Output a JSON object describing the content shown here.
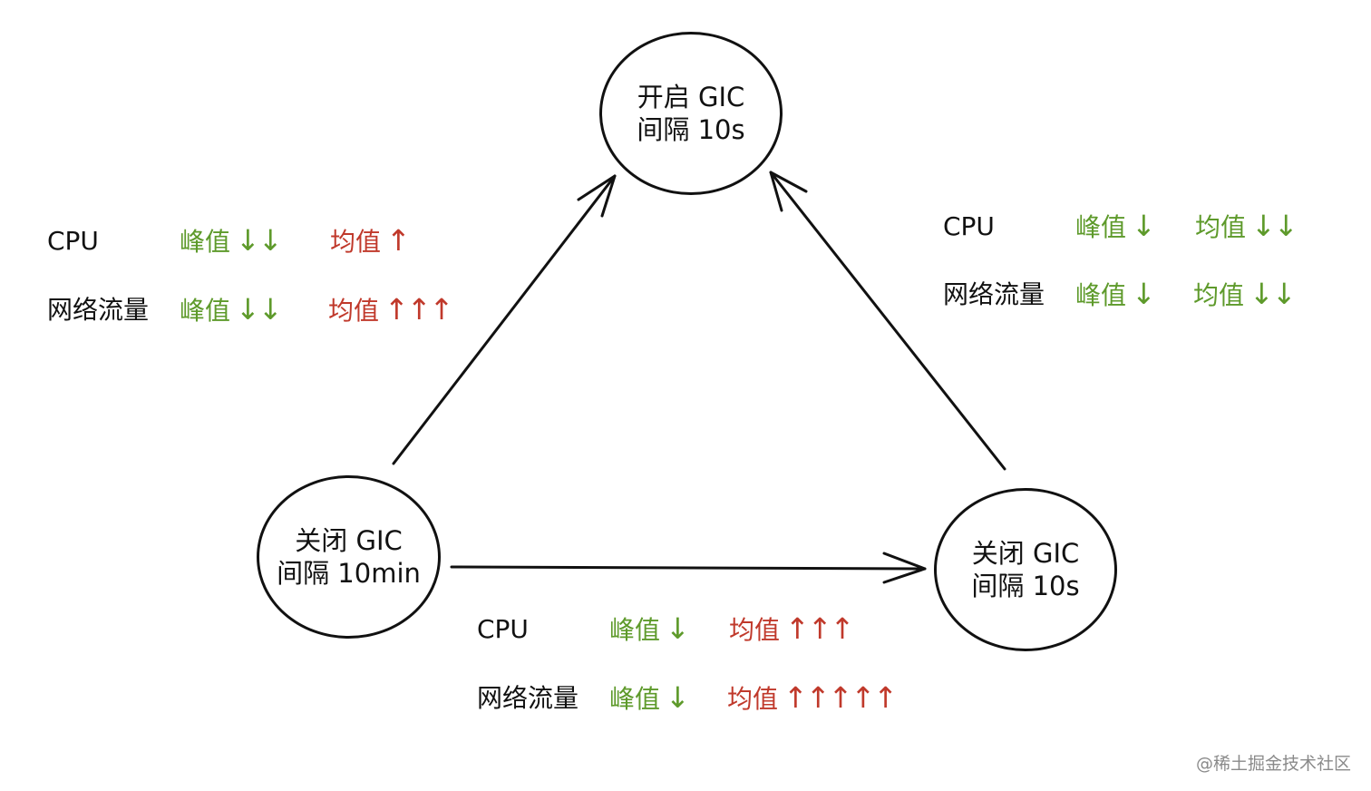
{
  "nodes": {
    "top": {
      "line1": "开启 GIC",
      "line2": "间隔 10s"
    },
    "left": {
      "line1": "关闭 GIC",
      "line2": "间隔 10min"
    },
    "right": {
      "line1": "关闭 GIC",
      "line2": "间隔 10s"
    }
  },
  "annotations": {
    "left_to_top": {
      "cpu": {
        "name": "CPU",
        "peak_label": "峰值",
        "peak_arrows": "↓↓",
        "avg_label": "均值",
        "avg_arrows": "↑"
      },
      "network": {
        "name": "网络流量",
        "peak_label": "峰值",
        "peak_arrows": "↓↓",
        "avg_label": "均值",
        "avg_arrows": "↑↑↑"
      }
    },
    "right_to_top": {
      "cpu": {
        "name": "CPU",
        "peak_label": "峰值",
        "peak_arrows": "↓",
        "avg_label": "均值",
        "avg_arrows": "↓↓"
      },
      "network": {
        "name": "网络流量",
        "peak_label": "峰值",
        "peak_arrows": "↓",
        "avg_label": "均值",
        "avg_arrows": "↓↓"
      }
    },
    "left_to_right": {
      "cpu": {
        "name": "CPU",
        "peak_label": "峰值",
        "peak_arrows": "↓",
        "avg_label": "均值",
        "avg_arrows": "↑↑↑"
      },
      "network": {
        "name": "网络流量",
        "peak_label": "峰值",
        "peak_arrows": "↓",
        "avg_label": "均值",
        "avg_arrows": "↑↑↑↑↑"
      }
    }
  },
  "colors": {
    "good": "#5e9a2b",
    "bad": "#c0392b",
    "ink": "#111111"
  },
  "watermark": "@稀土掘金技术社区"
}
